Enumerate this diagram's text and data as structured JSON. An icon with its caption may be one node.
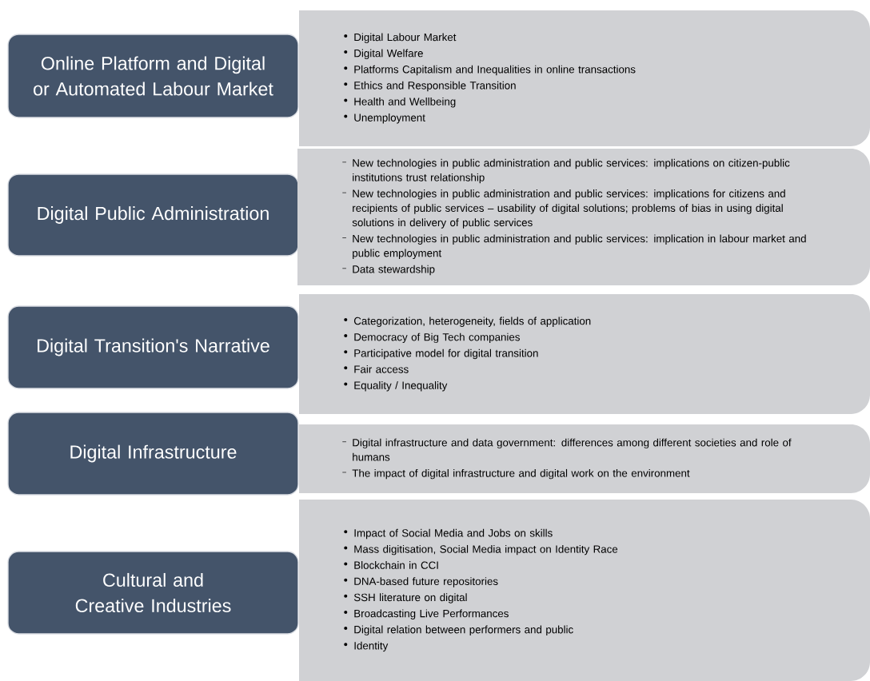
{
  "diagram": {
    "nodes": [
      {
        "text": [
          "Online Platform and Digital or Automated Labour Market"
        ]
      },
      {
        "text": [
          "Digital Labour Market",
          "Digital Welfare",
          "Platforms Capitalism and Inequalities in online transactions",
          "Ethics and Responsible Transition",
          "Health and Wellbeing",
          "Unemployment"
        ]
      },
      {
        "text": [
          "Digital Public Administration"
        ]
      },
      {
        "text": [
          "New technologies in public administration and public services: implications on citizen-public institutions trust relationship",
          "New technologies in public administration and public services: implications for citizens and recipients of public services – usability of digital solutions; problems of bias in using digital solutions in delivery of public services",
          "New technologies in public administration and public services: implication in labour market and public employment",
          "Data stewardship"
        ]
      },
      {
        "text": [
          "Digital Transition's Narrative"
        ]
      },
      {
        "text": [
          "Categorization, heterogeneity, fields of application",
          "Democracy of Big Tech companies",
          "Participative model for digital transition",
          "Fair access",
          "Equality / Inequality"
        ]
      },
      {
        "text": [
          "Digital Infrastructure"
        ]
      },
      {
        "text": [
          "Digital infrastructure and data government: differences among different societies and role of humans",
          "The impact of digital infrastructure and digital work on the environment"
        ]
      },
      {
        "text": [
          "Cultural and Creative Industries"
        ]
      },
      {
        "text": [
          "Impact of Social Media and Jobs on skills",
          "Mass digitisation, Social Media impact on Identity Race",
          "Blockchain in CCI",
          "DNA-based future repositories",
          "SSH literature on digital",
          "Broadcasting Live Performances",
          "Digital relation between performers and public",
          "Identity"
        ]
      }
    ]
  }
}
